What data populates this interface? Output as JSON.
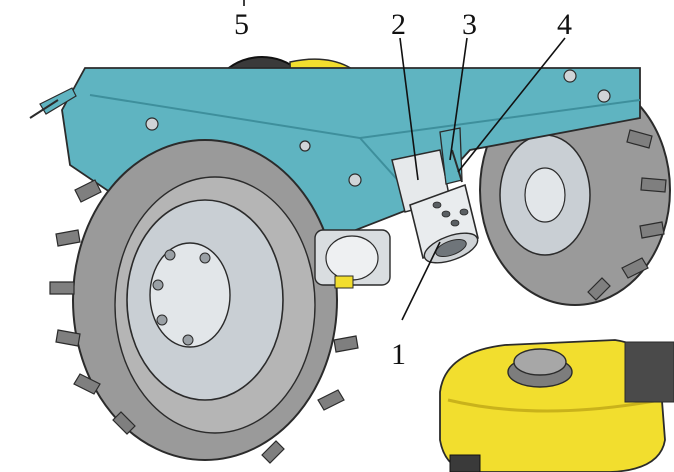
{
  "callouts": {
    "c1": "1",
    "c2": "2",
    "c3": "3",
    "c4": "4",
    "c5": "5"
  },
  "colors": {
    "frame_teal": "#5fb4c1",
    "frame_teal_dark": "#3e8f9c",
    "tire_gray": "#9a9a9a",
    "tire_dark": "#6e6e6e",
    "rim_gray": "#c9cfd4",
    "engine_yellow": "#f2de2e",
    "engine_yellow_dark": "#c9b21b",
    "metal_light": "#d9dde0",
    "outline": "#2b2b2b"
  },
  "icons": [
    "tire",
    "wheel-rim",
    "frame-plate",
    "hitch-sleeve",
    "fuel-tank",
    "pulley"
  ]
}
